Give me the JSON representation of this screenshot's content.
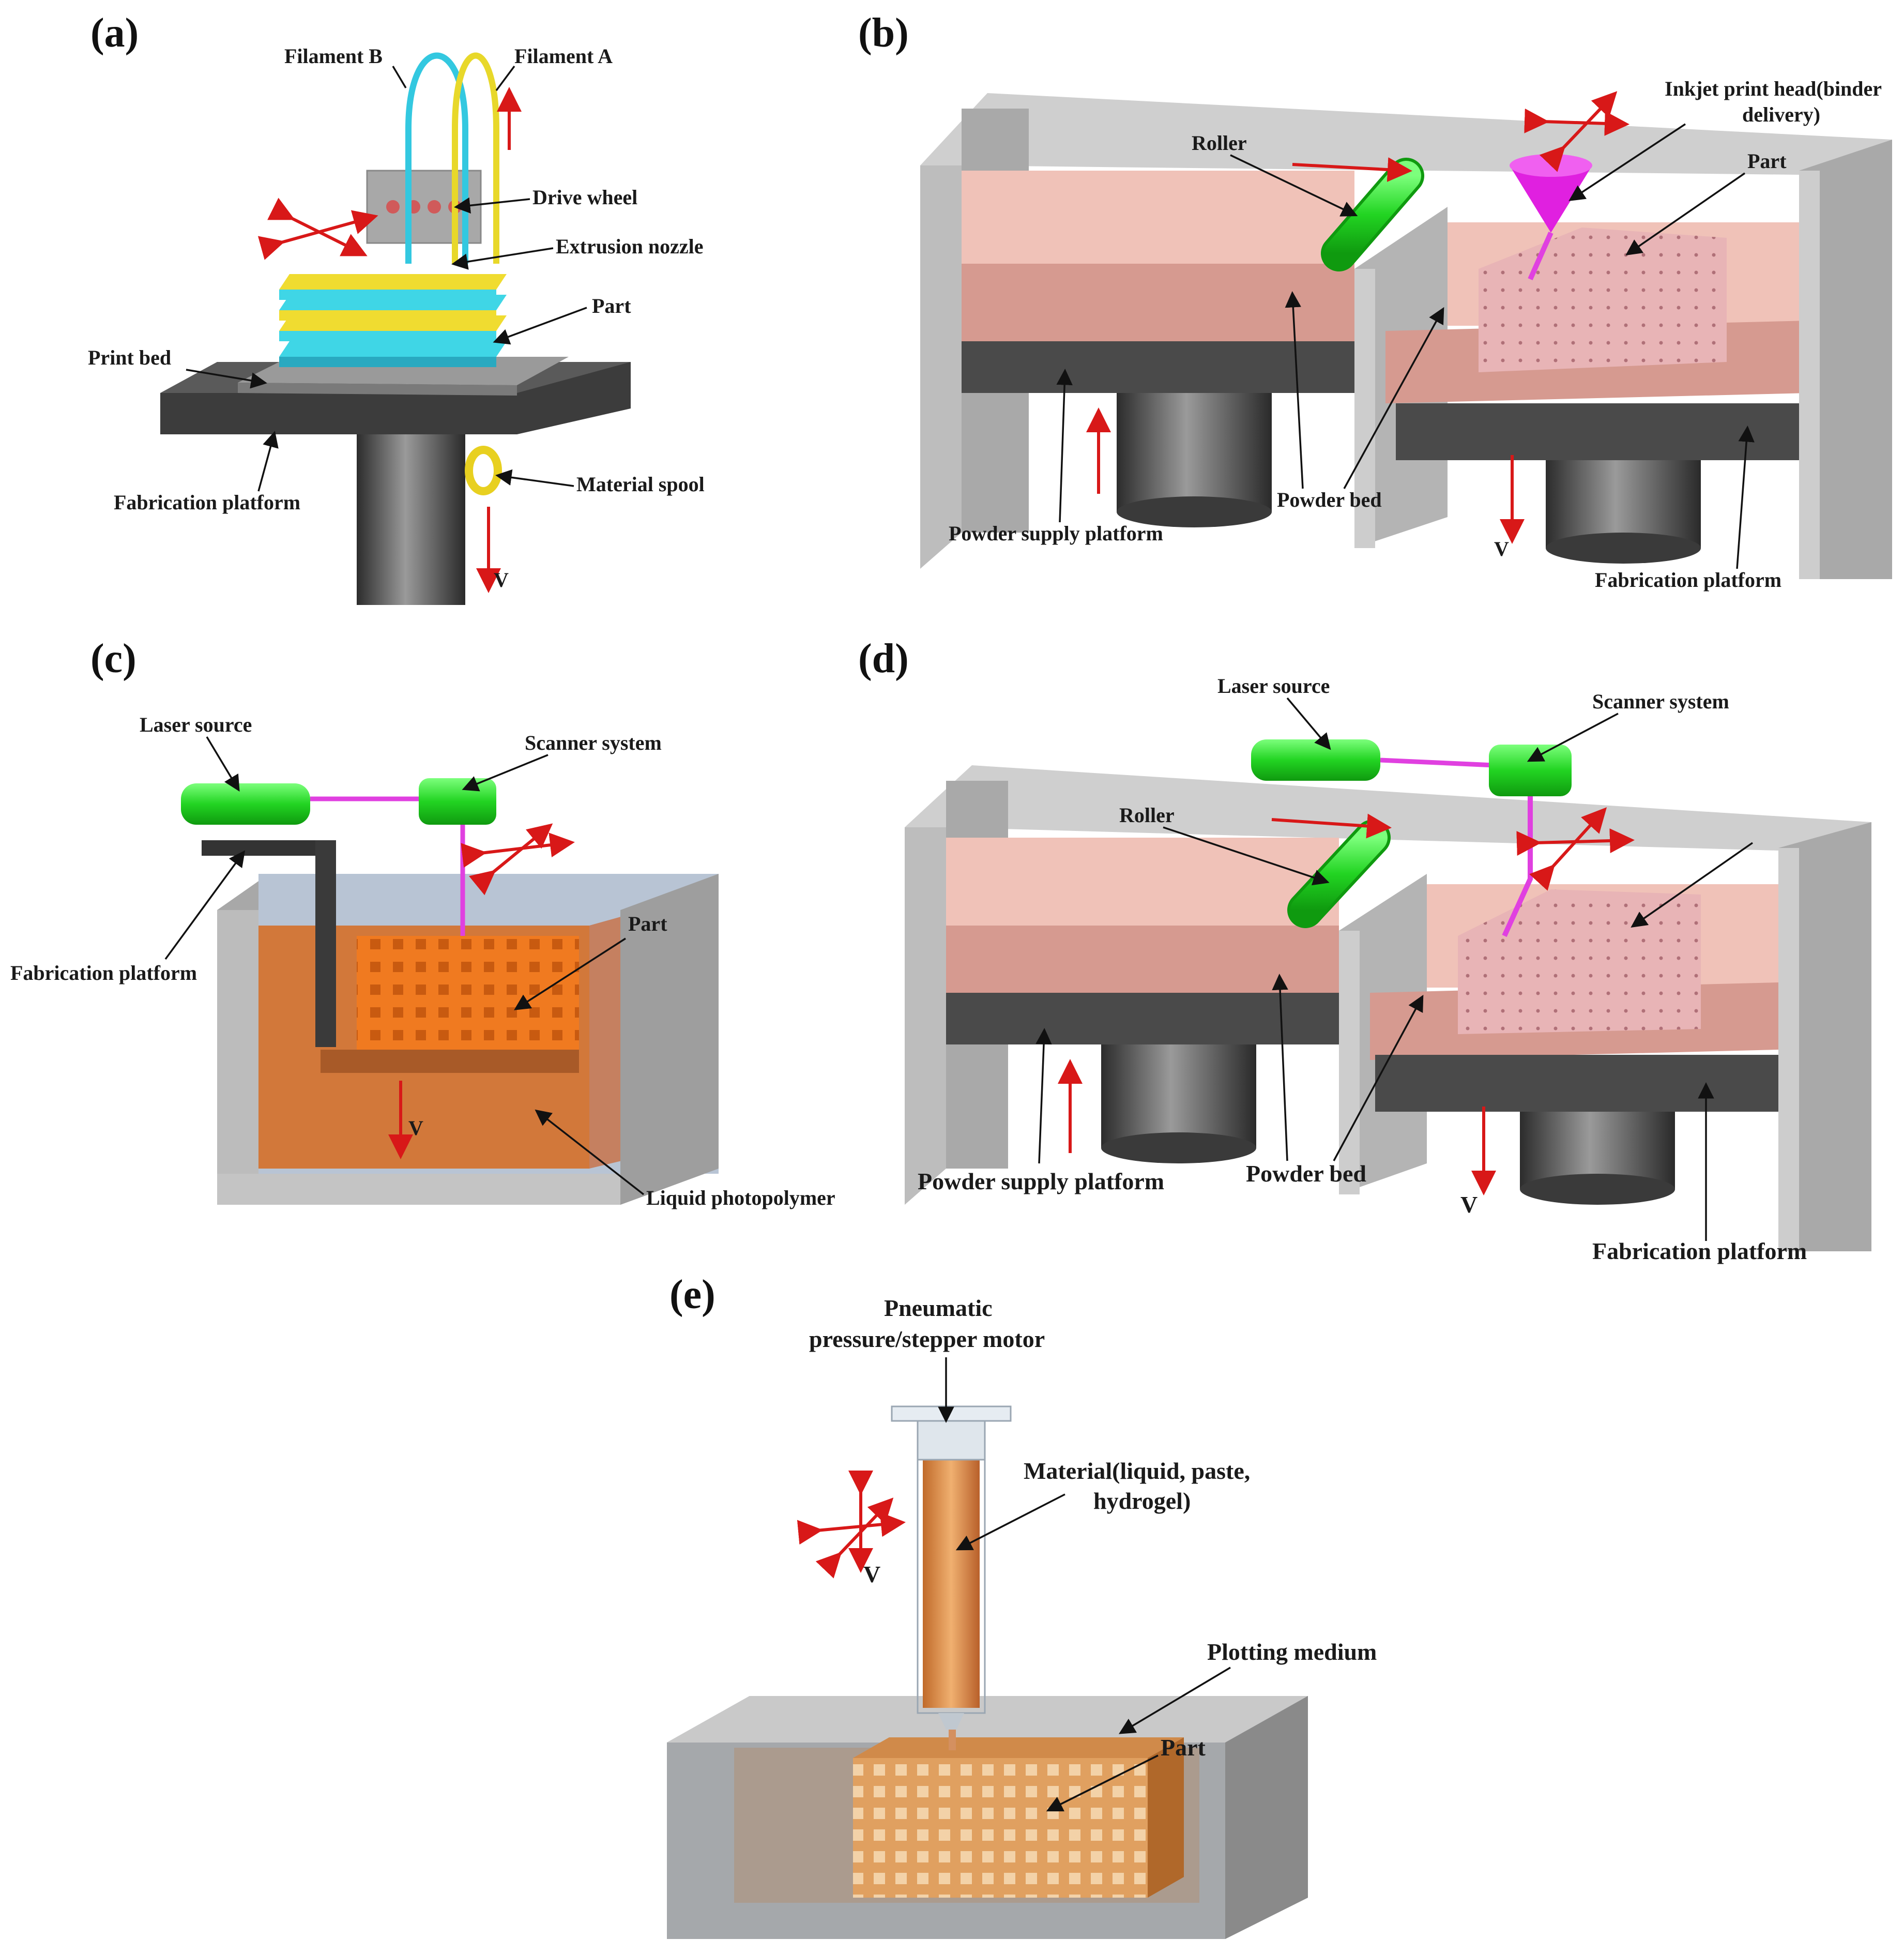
{
  "panels": {
    "a": {
      "letter": "(a)",
      "labels": {
        "filament_b": "Filament B",
        "filament_a": "Filament A",
        "drive_wheel": "Drive wheel",
        "extrusion_nozzle": "Extrusion nozzle",
        "part": "Part",
        "print_bed": "Print bed",
        "fabrication_platform": "Fabrication platform",
        "material_spool": "Material spool",
        "v": "V"
      }
    },
    "b": {
      "letter": "(b)",
      "labels": {
        "inkjet_line1": "Inkjet print head(binder",
        "inkjet_line2": "delivery)",
        "roller": "Roller",
        "part": "Part",
        "powder_supply_platform": "Powder supply platform",
        "powder_bed": "Powder bed",
        "fabrication_platform": "Fabrication platform",
        "v": "V"
      }
    },
    "c": {
      "letter": "(c)",
      "labels": {
        "laser_source": "Laser source",
        "scanner_system": "Scanner system",
        "fabrication_platform": "Fabrication platform",
        "part": "Part",
        "liquid_photopolymer": "Liquid photopolymer",
        "v": "V"
      }
    },
    "d": {
      "letter": "(d)",
      "labels": {
        "laser_source": "Laser source",
        "scanner_system": "Scanner system",
        "roller": "Roller",
        "powder_supply_platform": "Powder supply platform",
        "powder_bed": "Powder bed",
        "fabrication_platform": "Fabrication platform",
        "v": "V"
      }
    },
    "e": {
      "letter": "(e)",
      "labels": {
        "pneumatic_line1": "Pneumatic",
        "pneumatic_line2": "pressure/stepper motor",
        "material_line1": "Material(liquid, paste,",
        "material_line2": "hydrogel)",
        "plotting_medium": "Plotting medium",
        "part": "Part",
        "v": "V"
      }
    }
  },
  "colors": {
    "filament_a": "#e8d82a",
    "filament_b": "#33c8e0",
    "part_layer_cyan": "#3fd6e6",
    "part_layer_yellow": "#f0dc30",
    "platform_dark": "#4a4a4a",
    "frame_gray": "#bdbdbd",
    "powder": "#d89a90",
    "part_pink": "#e8b4b6",
    "roller_green": "#22d422",
    "inkjet_magenta": "#e020e0",
    "beam_magenta": "#e040e0",
    "resin_orange": "#d2783a",
    "part_orange": "#f07a20",
    "syringe_orange": "#e0904a",
    "arrow_red": "#d81818"
  }
}
